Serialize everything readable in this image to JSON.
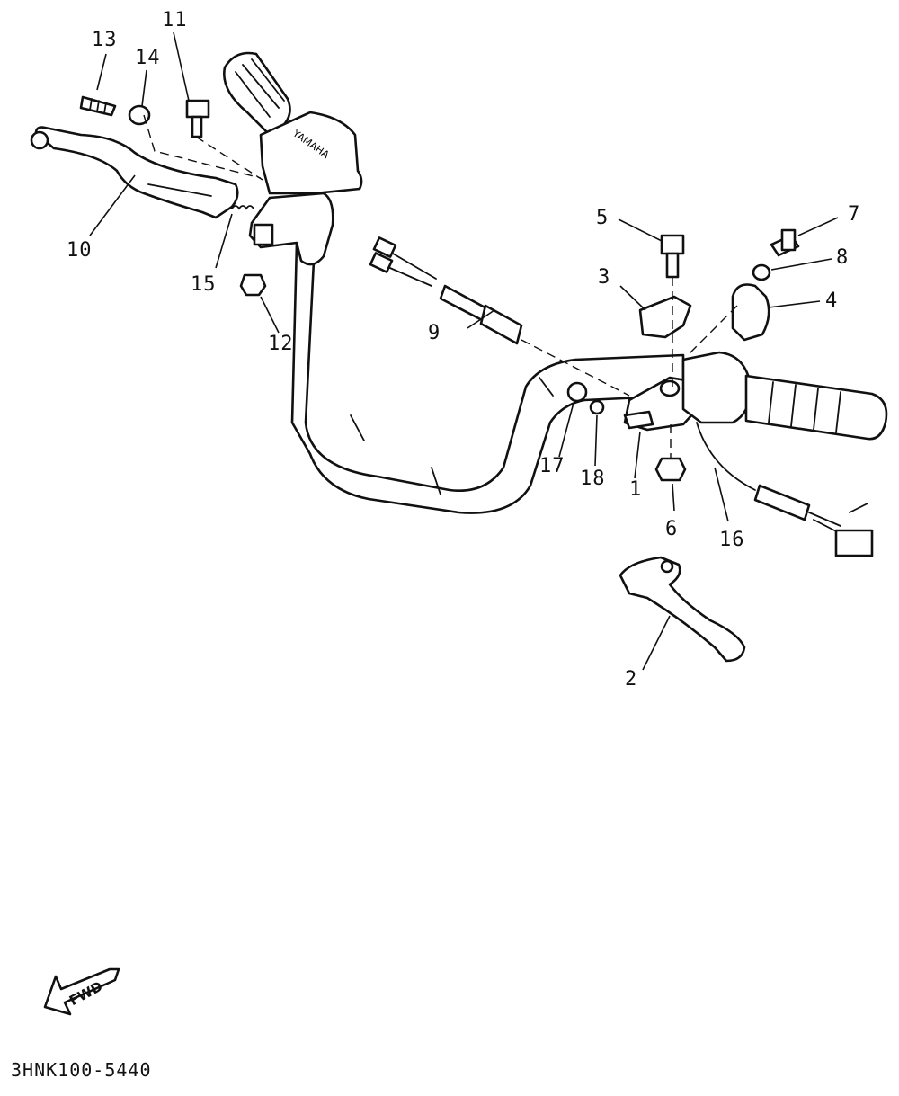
{
  "callouts": [
    "1",
    "2",
    "3",
    "4",
    "5",
    "6",
    "7",
    "8",
    "9",
    "10",
    "11",
    "12",
    "13",
    "14",
    "15",
    "16",
    "17",
    "18"
  ],
  "fwd_label": "FWD",
  "part_code": "3HNK100-5440",
  "brand_on_housing": "YAMAHA"
}
